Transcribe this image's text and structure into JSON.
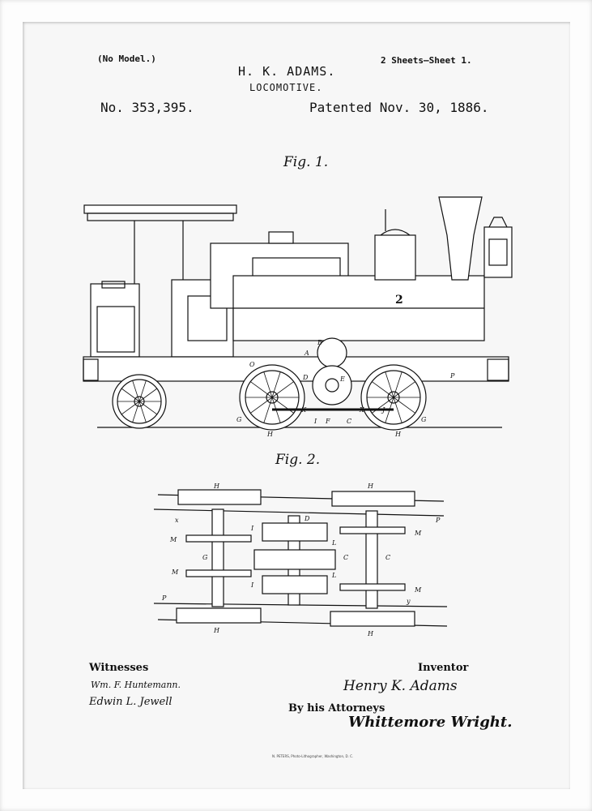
{
  "header": {
    "model_note": "(No Model.)",
    "inventor_name": "H. K. ADAMS.",
    "invention_title": "LOCOMOTIVE.",
    "sheets": "2 Sheets—Sheet 1.",
    "patent_number": "No. 353,395.",
    "patent_date": "Patented Nov. 30, 1886."
  },
  "figures": {
    "fig1_label": "Fig. 1.",
    "fig2_label": "Fig. 2.",
    "dome_number": "2",
    "fig1_letters": [
      "A",
      "B",
      "O",
      "D",
      "E",
      "P",
      "G",
      "H",
      "K",
      "I",
      "F",
      "C",
      "X",
      "J",
      "H",
      "G"
    ],
    "fig2_letters": [
      "H",
      "H",
      "x",
      "P",
      "M",
      "I",
      "D",
      "M",
      "G",
      "L",
      "C",
      "C",
      "M",
      "L",
      "M",
      "I",
      "P",
      "y",
      "H",
      "H"
    ]
  },
  "signatures": {
    "witnesses_label": "Witnesses",
    "witness_1": "Wm. F. Huntemann.",
    "witness_2": "Edwin L. Jewell",
    "inventor_label": "Inventor",
    "inventor_signature": "Henry K. Adams",
    "attorneys_label": "By his Attorneys",
    "attorney_signature": "Whittemore Wright."
  },
  "footer": {
    "printer": "N. PETERS, Photo-Lithographer, Washington, D. C."
  }
}
